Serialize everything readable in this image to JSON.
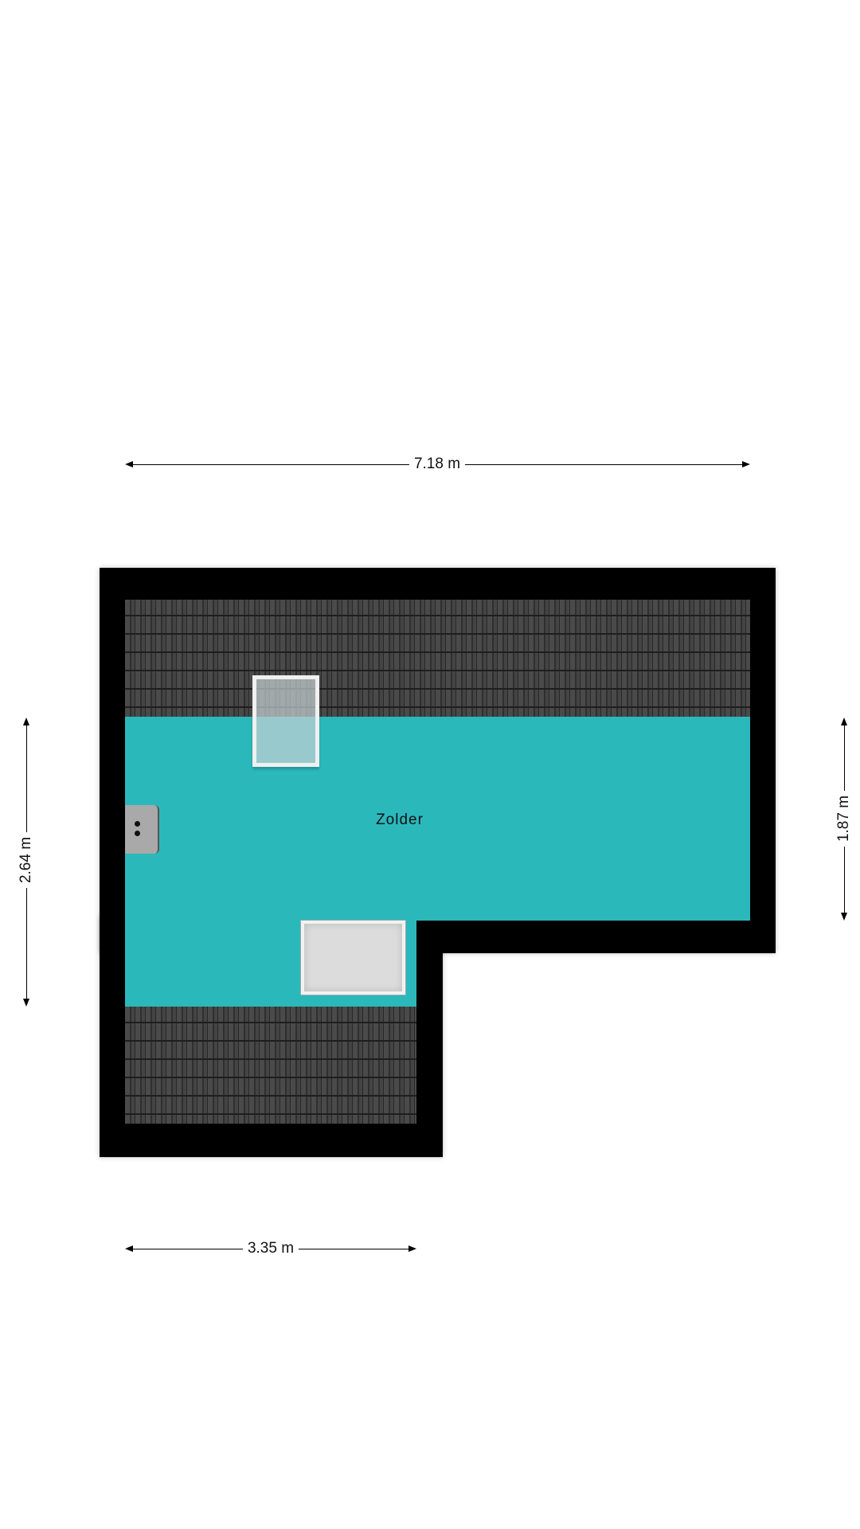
{
  "floorplan": {
    "room_label": "Zolder",
    "dimensions": {
      "top_width": "7.18 m",
      "bottom_width": "3.35 m",
      "left_height": "2.64 m",
      "right_height": "1.87 m"
    },
    "colors": {
      "floor": "#2bb8bb",
      "wall": "#000000",
      "roof_tiles": "#3d3d3d"
    }
  }
}
